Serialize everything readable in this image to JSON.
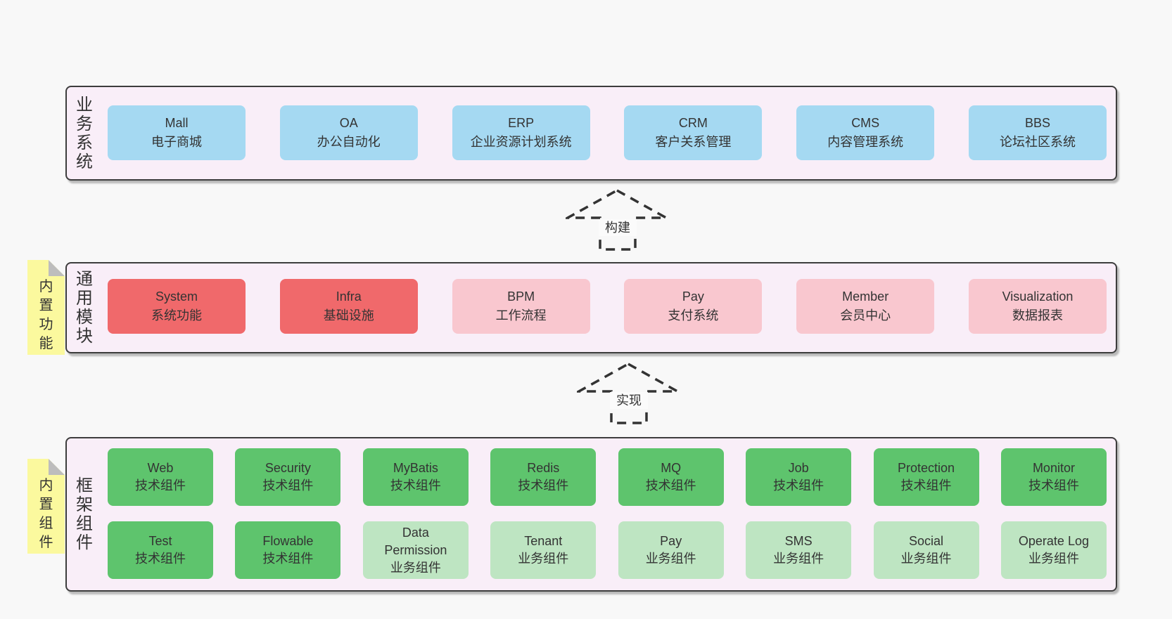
{
  "colors": {
    "page_bg": "#f8f8f8",
    "container_bg": "#f9eef8",
    "container_border": "#3d3d3d",
    "blue": "#a5d9f2",
    "red": "#f0696b",
    "pink": "#f9c7cf",
    "green": "#5ec46d",
    "light_green": "#bee5c2",
    "sticky_yellow": "#fbf99e",
    "sticky_fold": "#bdbdbd",
    "text": "#333333",
    "arrow": "#333333"
  },
  "layers": [
    {
      "id": "business",
      "label": "业务系统",
      "boxes": [
        {
          "title": "Mall",
          "subtitle": "电子商城",
          "variant": "blue"
        },
        {
          "title": "OA",
          "subtitle": "办公自动化",
          "variant": "blue"
        },
        {
          "title": "ERP",
          "subtitle": "企业资源计划系统",
          "variant": "blue"
        },
        {
          "title": "CRM",
          "subtitle": "客户关系管理",
          "variant": "blue"
        },
        {
          "title": "CMS",
          "subtitle": "内容管理系统",
          "variant": "blue"
        },
        {
          "title": "BBS",
          "subtitle": "论坛社区系统",
          "variant": "blue"
        }
      ]
    },
    {
      "id": "modules",
      "label": "通用模块",
      "note": "内置功能",
      "boxes": [
        {
          "title": "System",
          "subtitle": "系统功能",
          "variant": "red"
        },
        {
          "title": "Infra",
          "subtitle": "基础设施",
          "variant": "red"
        },
        {
          "title": "BPM",
          "subtitle": "工作流程",
          "variant": "pink"
        },
        {
          "title": "Pay",
          "subtitle": "支付系统",
          "variant": "pink"
        },
        {
          "title": "Member",
          "subtitle": "会员中心",
          "variant": "pink"
        },
        {
          "title": "Visualization",
          "subtitle": "数据报表",
          "variant": "pink"
        }
      ]
    },
    {
      "id": "framework",
      "label": "框架组件",
      "note": "内置组件",
      "rows": [
        [
          {
            "title": "Web",
            "subtitle": "技术组件",
            "variant": "green"
          },
          {
            "title": "Security",
            "subtitle": "技术组件",
            "variant": "green"
          },
          {
            "title": "MyBatis",
            "subtitle": "技术组件",
            "variant": "green"
          },
          {
            "title": "Redis",
            "subtitle": "技术组件",
            "variant": "green"
          },
          {
            "title": "MQ",
            "subtitle": "技术组件",
            "variant": "green"
          },
          {
            "title": "Job",
            "subtitle": "技术组件",
            "variant": "green"
          },
          {
            "title": "Protection",
            "subtitle": "技术组件",
            "variant": "green"
          },
          {
            "title": "Monitor",
            "subtitle": "技术组件",
            "variant": "green"
          }
        ],
        [
          {
            "title": "Test",
            "subtitle": "技术组件",
            "variant": "green"
          },
          {
            "title": "Flowable",
            "subtitle": "技术组件",
            "variant": "green"
          },
          {
            "title": "Data\nPermission",
            "subtitle": "业务组件",
            "variant": "lightgreen"
          },
          {
            "title": "Tenant",
            "subtitle": "业务组件",
            "variant": "lightgreen"
          },
          {
            "title": "Pay",
            "subtitle": "业务组件",
            "variant": "lightgreen"
          },
          {
            "title": "SMS",
            "subtitle": "业务组件",
            "variant": "lightgreen"
          },
          {
            "title": "Social",
            "subtitle": "业务组件",
            "variant": "lightgreen"
          },
          {
            "title": "Operate Log",
            "subtitle": "业务组件",
            "variant": "lightgreen"
          }
        ]
      ]
    }
  ],
  "arrows": [
    {
      "label": "构建"
    },
    {
      "label": "实现"
    }
  ]
}
